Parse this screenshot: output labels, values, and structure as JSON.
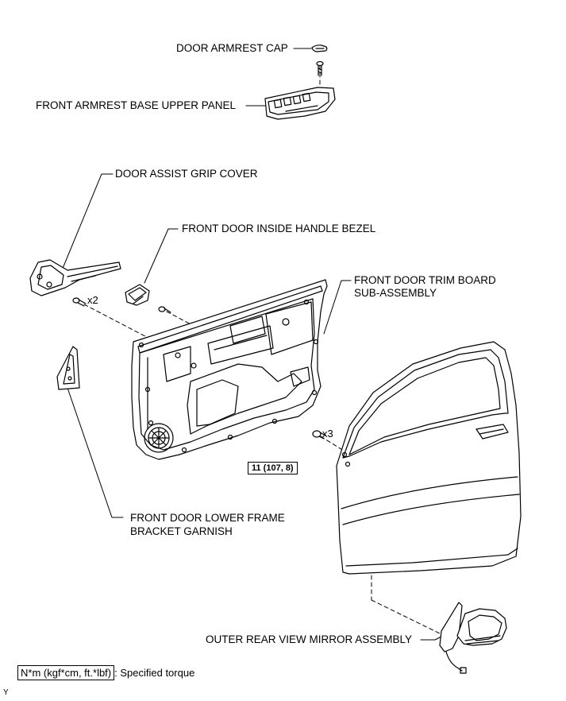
{
  "labels": {
    "armrest_cap": "DOOR ARMREST CAP",
    "armrest_base": "FRONT ARMREST BASE UPPER PANEL",
    "assist_grip": "DOOR ASSIST GRIP COVER",
    "handle_bezel": "FRONT DOOR INSIDE HANDLE BEZEL",
    "trim_board_l1": "FRONT DOOR TRIM BOARD",
    "trim_board_l2": "SUB-ASSEMBLY",
    "lower_frame_l1": "FRONT DOOR LOWER FRAME",
    "lower_frame_l2": "BRACKET GARNISH",
    "mirror": "OUTER REAR VIEW MIRROR ASSEMBLY"
  },
  "quantities": {
    "grip_screws": "x2",
    "mirror_nuts": "x3"
  },
  "torque": {
    "mirror_nuts": "11 (107, 8)"
  },
  "legend": {
    "units": "N*m (kgf*cm, ft.*lbf)",
    "text": ": Specified torque"
  },
  "corner_mark": "Y"
}
